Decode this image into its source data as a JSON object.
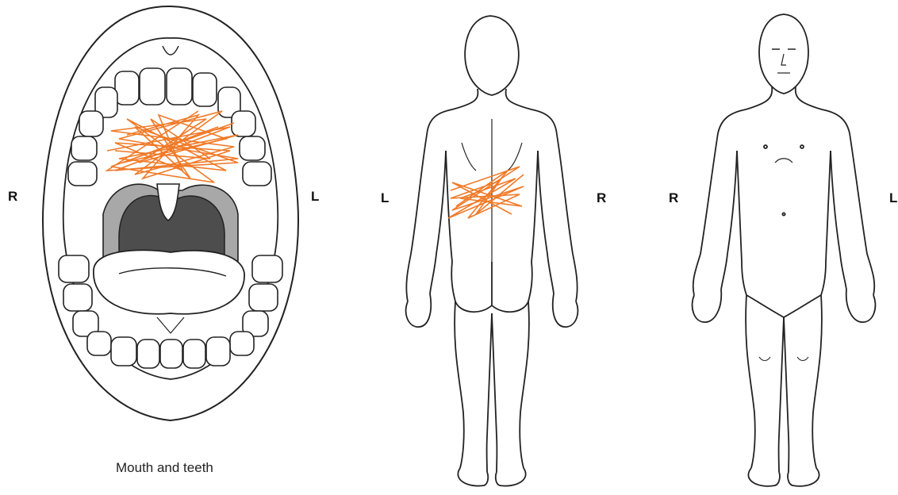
{
  "mouth": {
    "label_left": "R",
    "label_right": "L",
    "caption": "Mouth and teeth"
  },
  "back": {
    "label_left": "L",
    "label_right": "R"
  },
  "front": {
    "label_left": "R",
    "label_right": "L"
  },
  "colors": {
    "marking": "#f07a28",
    "line": "#222222",
    "throat": "#4d4d4d",
    "throat_side": "#a8a8a8"
  }
}
